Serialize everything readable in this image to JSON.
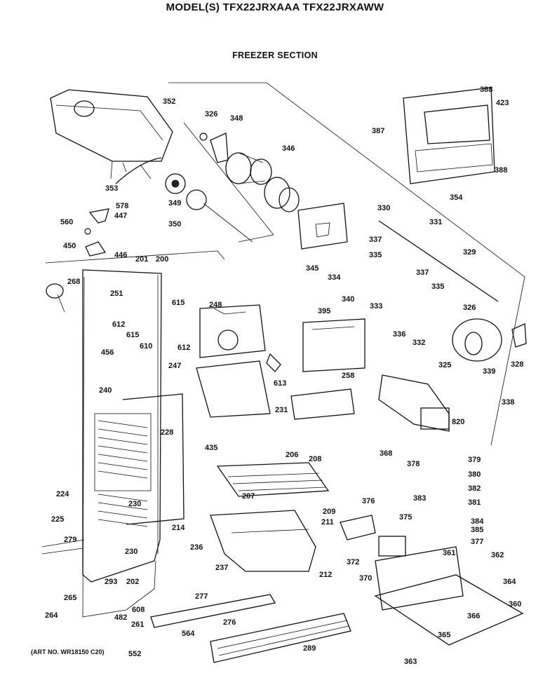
{
  "header": {
    "model_title": "MODEL(S) TFX22JRXAAA TFX22JRXAWW",
    "section_title": "FREEZER SECTION"
  },
  "footer": {
    "art_no": "(ART NO. WR18150 C20)"
  },
  "part_labels": [
    "352",
    "326",
    "348",
    "346",
    "349",
    "350",
    "353",
    "578",
    "447",
    "560",
    "450",
    "446",
    "201",
    "200",
    "268",
    "251",
    "612",
    "615",
    "610",
    "615",
    "612",
    "248",
    "247",
    "456",
    "395",
    "613",
    "240",
    "228",
    "224",
    "225",
    "279",
    "230",
    "230",
    "214",
    "202",
    "293",
    "265",
    "264",
    "206",
    "208",
    "207",
    "209",
    "211",
    "236",
    "237",
    "212",
    "435",
    "231",
    "258",
    "388",
    "423",
    "387",
    "388",
    "354",
    "330",
    "331",
    "329",
    "337",
    "335",
    "337",
    "335",
    "326",
    "334",
    "340",
    "333",
    "336",
    "332",
    "325",
    "328",
    "339",
    "338",
    "345",
    "820",
    "368",
    "378",
    "379",
    "380",
    "382",
    "381",
    "383",
    "376",
    "375",
    "384",
    "385",
    "377",
    "372",
    "370",
    "361",
    "362",
    "364",
    "360",
    "366",
    "365",
    "363",
    "277",
    "608",
    "482",
    "261",
    "552",
    "564",
    "276",
    "289"
  ]
}
